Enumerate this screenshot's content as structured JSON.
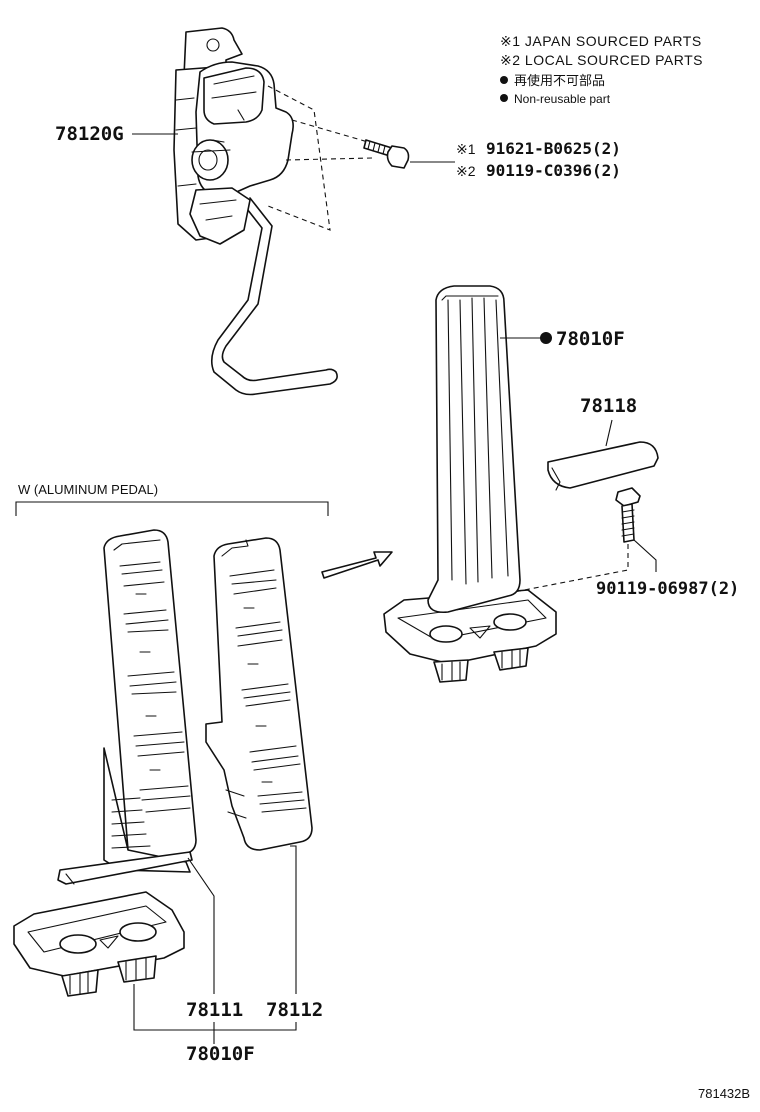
{
  "notes": {
    "japan": "※1 JAPAN SOURCED PARTS",
    "local": "※2 LOCAL SOURCED PARTS",
    "non_reusable_ja": "再使用不可部品",
    "non_reusable_en": "Non-reusable part"
  },
  "parts": {
    "sensor": "78120G",
    "bolt_japan_mark": "※1",
    "bolt_japan": "91621-B0625(2)",
    "bolt_local_mark": "※2",
    "bolt_local": "90119-C0396(2)",
    "pedal_upper": "78010F",
    "stopper": "78118",
    "bolt_stopper": "90119-06987(2)",
    "pad_left": "78111",
    "pad_right": "78112",
    "pedal_lower": "78010F"
  },
  "group_label": "W (ALUMINUM PEDAL)",
  "figure_id": "781432B"
}
